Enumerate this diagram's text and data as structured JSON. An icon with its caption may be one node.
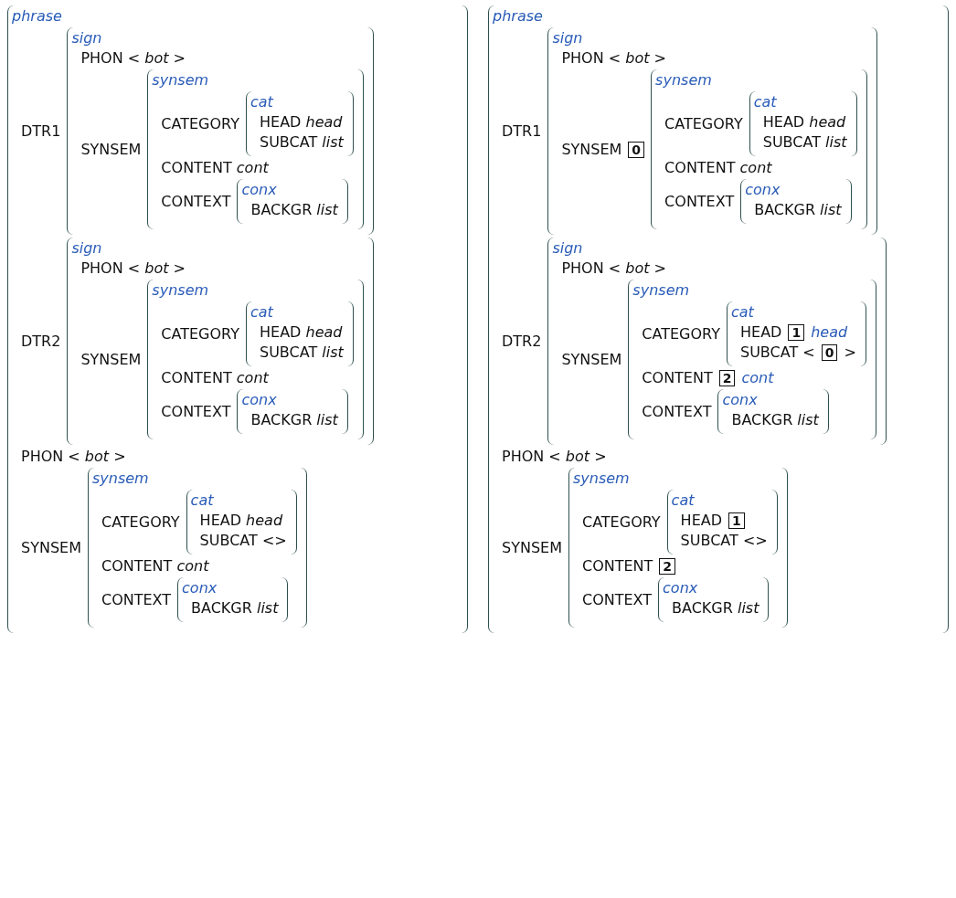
{
  "diagram": {
    "nodes": [
      {
        "text": [
          "phrase",
          "DTR1",
          "DTR2",
          "PHON < *bot* >",
          "SYNSEM"
        ]
      },
      {
        "text": [
          "sign",
          "PHON < *bot* >",
          "SYNSEM"
        ],
        "in": 0
      },
      {
        "text": [
          "synsem",
          "CATEGORY",
          "CONTENT *cont*",
          "CONTEXT"
        ],
        "in": 1
      },
      {
        "text": [
          "cat",
          "HEAD *head*",
          "SUBCAT *list*"
        ],
        "in": 2
      },
      {
        "text": [
          "conx",
          "BACKGR *list*"
        ],
        "in": 2
      },
      {
        "text": [
          "sign",
          "PHON < *bot* >",
          "SYNSEM"
        ],
        "in": 0
      },
      {
        "text": [
          "synsem",
          "CATEGORY",
          "CONTENT *cont*",
          "CONTEXT"
        ],
        "in": 5
      },
      {
        "text": [
          "cat",
          "HEAD *head*",
          "SUBCAT *list*"
        ],
        "in": 6
      },
      {
        "text": [
          "conx",
          "BACKGR *list*"
        ],
        "in": 6
      },
      {
        "text": [
          "synsem",
          "CATEGORY",
          "CONTENT *cont*",
          "CONTEXT"
        ],
        "in": 0
      },
      {
        "text": [
          "cat",
          "HEAD *head*",
          "SUBCAT <>"
        ],
        "in": 9
      },
      {
        "text": [
          "conx",
          "BACKGR *list*"
        ],
        "in": 9
      },
      {
        "text": [
          "phrase",
          "DTR1",
          "DTR2",
          "PHON < *bot* >",
          "SYNSEM"
        ]
      },
      {
        "text": [
          "sign",
          "PHON < *bot* >",
          "SYNSEM"
        ],
        "in": 12
      },
      {
        "text": [
          "0"
        ],
        "in": 13
      },
      {
        "text": [
          "synsem",
          "CATEGORY",
          "CONTENT *cont*",
          "CONTEXT"
        ],
        "in": 13
      },
      {
        "text": [
          "cat",
          "HEAD *head*",
          "SUBCAT *list*"
        ],
        "in": 15
      },
      {
        "text": [
          "conx",
          "BACKGR *list*"
        ],
        "in": 15
      },
      {
        "text": [
          "sign",
          "PHON < *bot* >",
          "SYNSEM"
        ],
        "in": 12
      },
      {
        "text": [
          "synsem",
          "CATEGORY",
          "CONTENT",
          "cont",
          "CONTEXT"
        ],
        "in": 18
      },
      {
        "text": [
          "cat",
          "HEAD",
          "head",
          "SUBCAT <",
          ">"
        ],
        "in": 19
      },
      {
        "text": [
          "1"
        ],
        "in": 20
      },
      {
        "text": [
          "0"
        ],
        "in": 20
      },
      {
        "text": [
          "2"
        ],
        "in": 19
      },
      {
        "text": [
          "conx",
          "BACKGR *list*"
        ],
        "in": 19
      },
      {
        "text": [
          "synsem",
          "CATEGORY",
          "CONTENT",
          "CONTEXT"
        ],
        "in": 12
      },
      {
        "text": [
          "cat",
          "HEAD",
          "SUBCAT <>"
        ],
        "in": 25
      },
      {
        "text": [
          "1"
        ],
        "in": 26
      },
      {
        "text": [
          "2"
        ],
        "in": 25
      },
      {
        "text": [
          "conx",
          "BACKGR *list*"
        ],
        "in": 25
      }
    ]
  }
}
